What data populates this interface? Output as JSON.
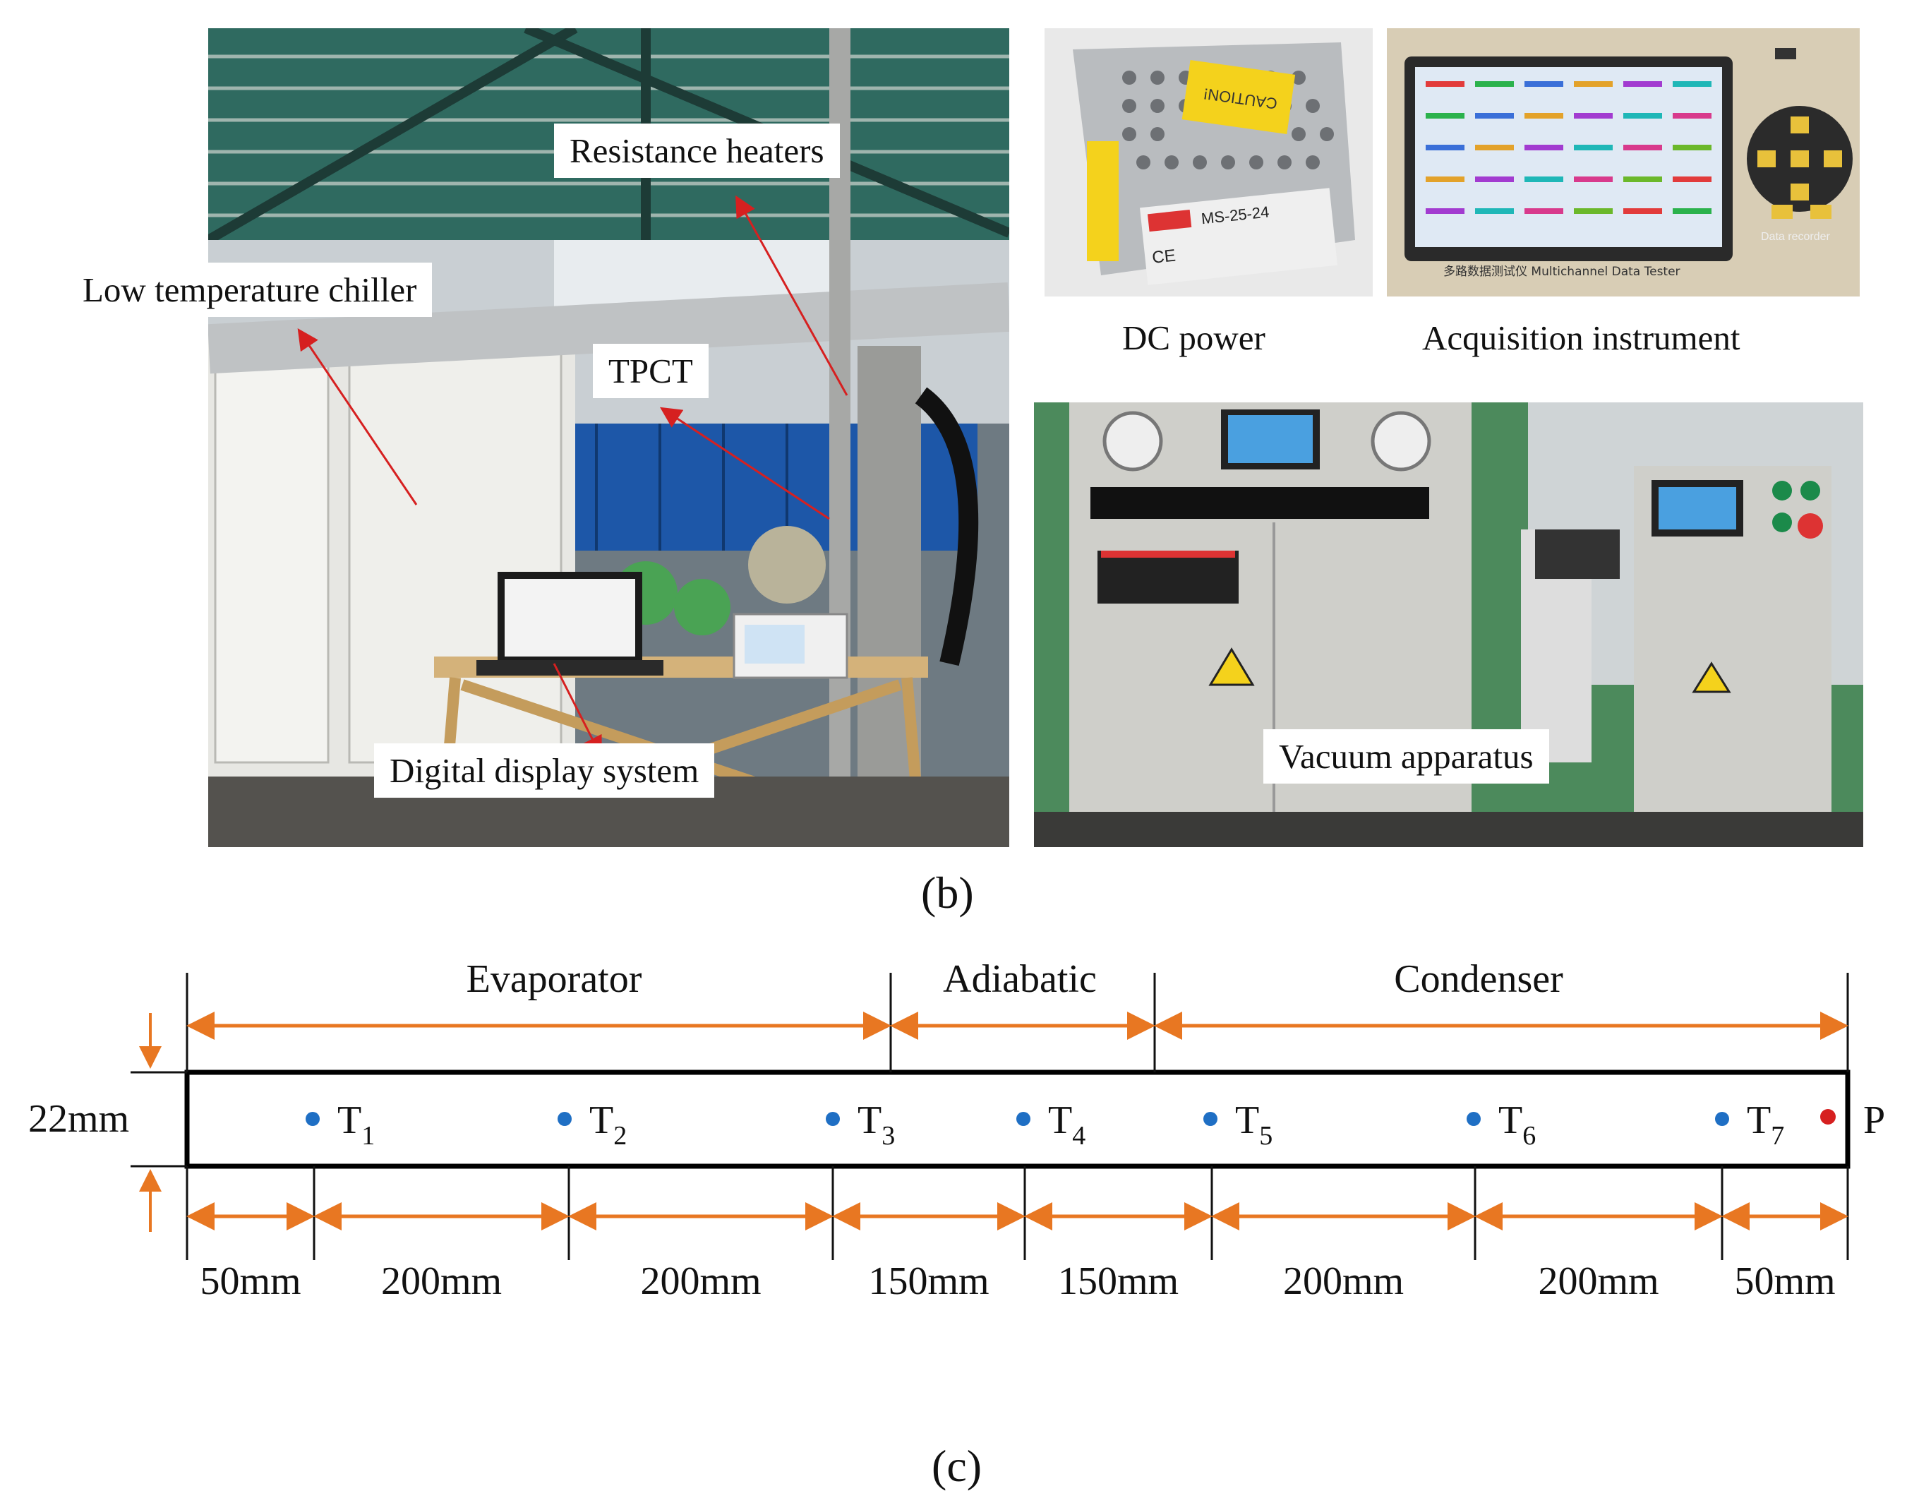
{
  "panel_b": {
    "label": "(b)",
    "callouts": {
      "resistance_heaters": "Resistance heaters",
      "low_temp_chiller": "Low temperature chiller",
      "tpct": "TPCT",
      "digital_display": "Digital display system",
      "vacuum_apparatus": "Vacuum apparatus"
    },
    "captions": {
      "dc_power": "DC power",
      "acquisition_instrument": "Acquisition instrument"
    },
    "device_text": {
      "caution": "CAUTION!",
      "model": "MS-25-24",
      "ce": "CE",
      "data_recorder": "Data recorder",
      "multichannel": "多路数据测试仪 Multichannel Data Tester"
    }
  },
  "panel_c": {
    "label": "(c)",
    "sections": [
      "Evaporator",
      "Adiabatic",
      "Condenser"
    ],
    "diameter": "22mm",
    "sensors": [
      {
        "name": "T",
        "sub": "1"
      },
      {
        "name": "T",
        "sub": "2"
      },
      {
        "name": "T",
        "sub": "3"
      },
      {
        "name": "T",
        "sub": "4"
      },
      {
        "name": "T",
        "sub": "5"
      },
      {
        "name": "T",
        "sub": "6"
      },
      {
        "name": "T",
        "sub": "7"
      }
    ],
    "pressure_label": "P",
    "spacings": [
      "50mm",
      "200mm",
      "200mm",
      "150mm",
      "150mm",
      "200mm",
      "200mm",
      "50mm"
    ],
    "colors": {
      "arrow": "#e87722",
      "sensor": "#1f6fc4",
      "pressure": "#d62020",
      "tube": "#000000"
    }
  }
}
